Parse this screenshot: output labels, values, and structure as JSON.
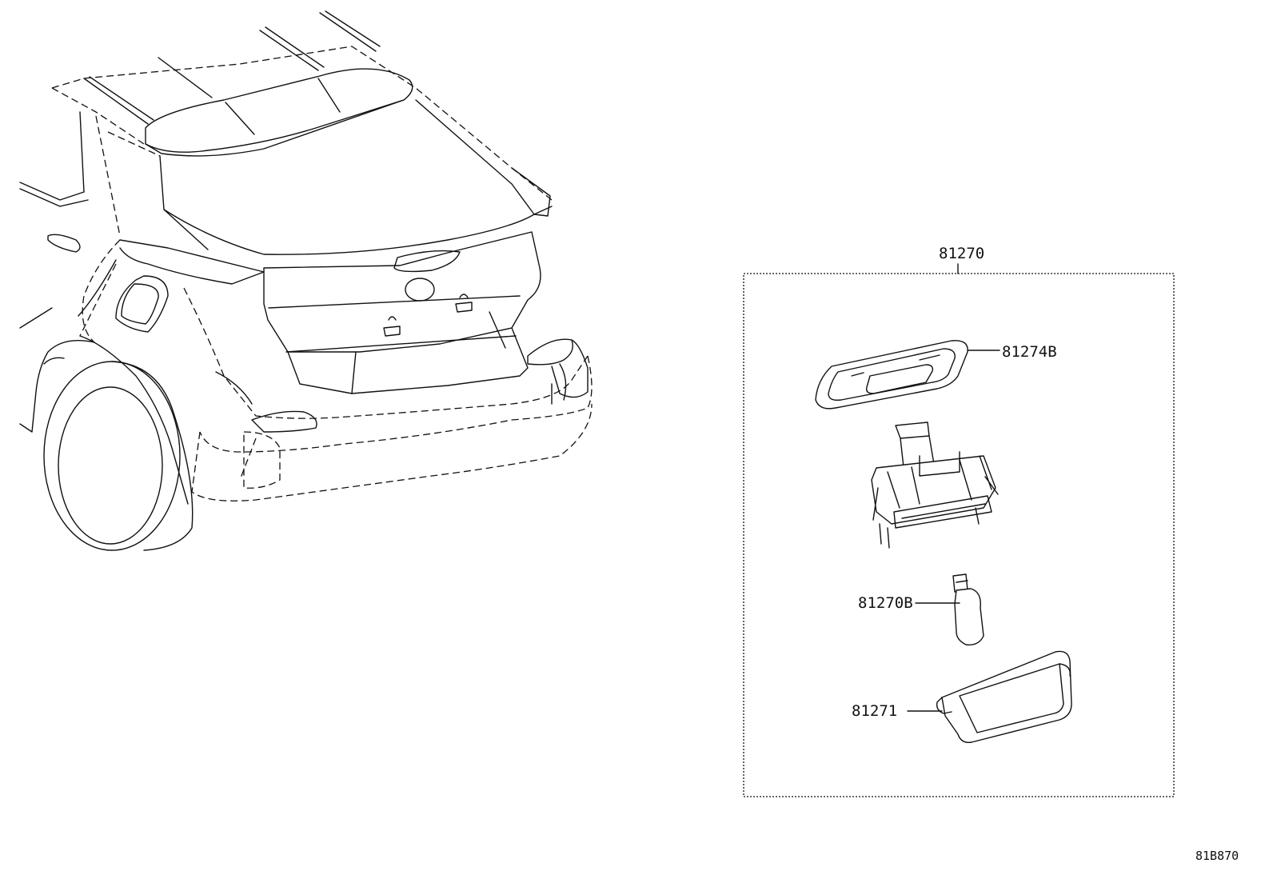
{
  "diagram": {
    "part_labels": {
      "assembly": "81270",
      "bezel": "81274B",
      "bulb": "81270B",
      "lamp": "81271"
    },
    "drawing_code": "81B870"
  }
}
